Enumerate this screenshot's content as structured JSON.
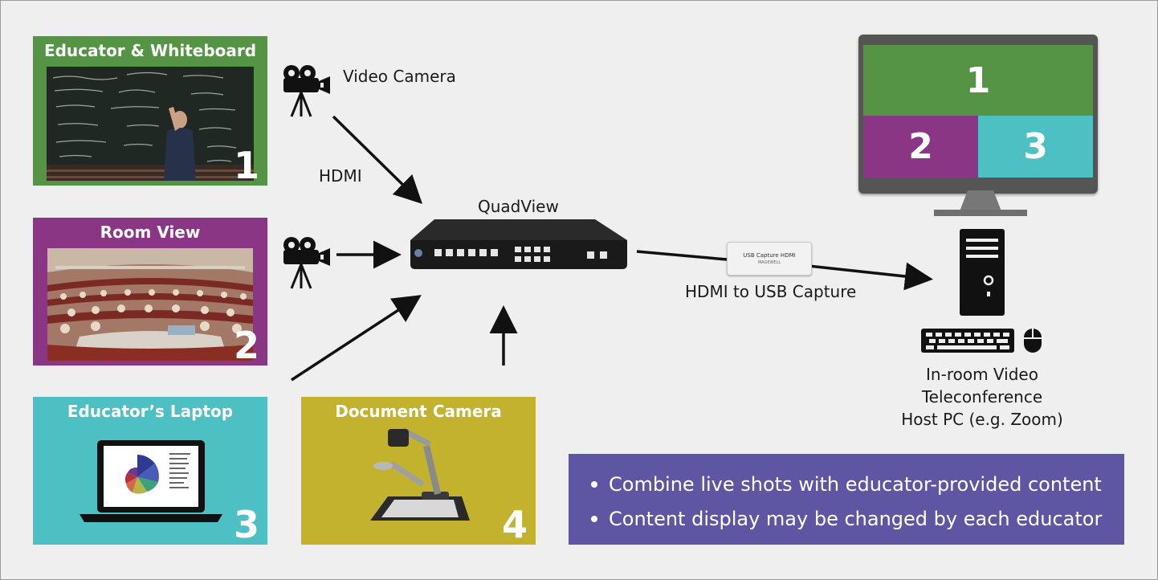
{
  "panels": [
    {
      "title": "Educator & Whiteboard",
      "number": "1",
      "color": "#559444"
    },
    {
      "title": "Room View",
      "number": "2",
      "color": "#8a3685"
    },
    {
      "title": "Educator’s Laptop",
      "number": "3",
      "color": "#4cc0c2"
    },
    {
      "title": "Document Camera",
      "number": "4",
      "color": "#c3b22e"
    }
  ],
  "labels": {
    "video_camera": "Video Camera",
    "hdmi": "HDMI",
    "quadview": "QuadView",
    "hdmi_to_usb": "HDMI to USB Capture",
    "host_pc": [
      "In-room Video",
      "Teleconference",
      "Host PC (e.g. Zoom)"
    ],
    "capture_device": [
      "USB Capture HDMI",
      "MAGEWELL"
    ]
  },
  "monitor": {
    "cells": [
      {
        "number": "1",
        "color": "#559444"
      },
      {
        "number": "2",
        "color": "#8a3685"
      },
      {
        "number": "3",
        "color": "#4cc0c2"
      }
    ]
  },
  "notes": {
    "bullets": [
      "Combine live shots with educator-provided content",
      "Content display may be changed by each educator"
    ],
    "background": "#5e55a3"
  },
  "icons": [
    "video-camera-icon",
    "video-camera-icon",
    "keyboard-icon",
    "mouse-icon",
    "desktop-tower-icon",
    "monitor-icon"
  ]
}
